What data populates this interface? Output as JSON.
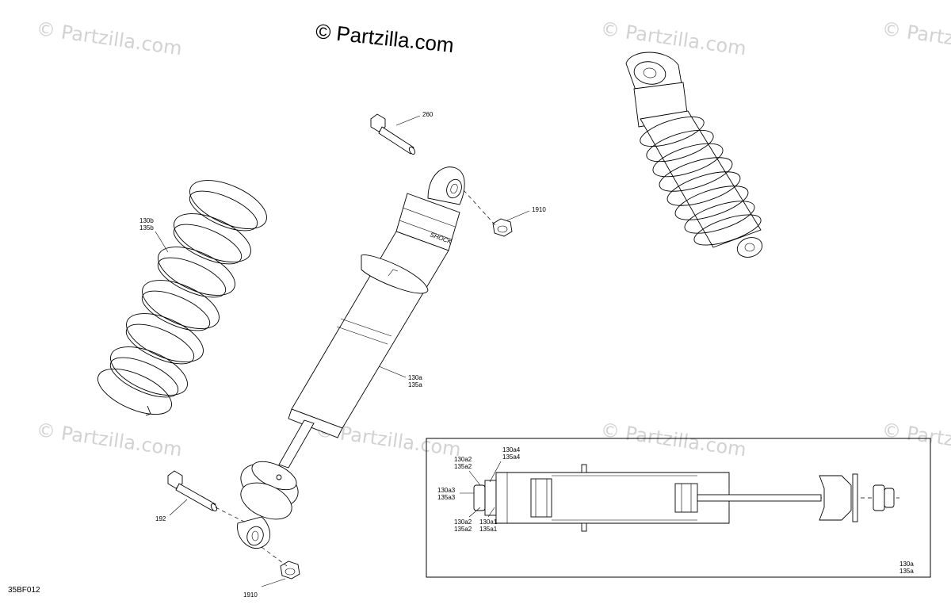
{
  "watermark": {
    "brand": "© Partzilla.com",
    "tile_text": "© Partzilla.com"
  },
  "diagram_code": "35BF012",
  "labels": {
    "bolt_top": "260",
    "nut_top": "1910",
    "spring": [
      "130b",
      "135b"
    ],
    "shock_body": [
      "130a",
      "135a"
    ],
    "bolt_bottom": "192",
    "nut_bottom": "1910"
  },
  "detail_box": {
    "labels": {
      "a4": [
        "130a4",
        "135a4"
      ],
      "a2_top": [
        "130a2",
        "135a2"
      ],
      "a3": [
        "130a3",
        "135a3"
      ],
      "a2_bottom": [
        "130a2",
        "135a2"
      ],
      "a1": [
        "130a1",
        "135a1"
      ],
      "assembly": [
        "130a",
        "135a"
      ]
    }
  },
  "icons": [
    "bolt-icon",
    "nut-icon",
    "coil-spring-icon",
    "shock-absorber-icon",
    "shock-assembly-icon",
    "shock-cross-section-icon"
  ]
}
